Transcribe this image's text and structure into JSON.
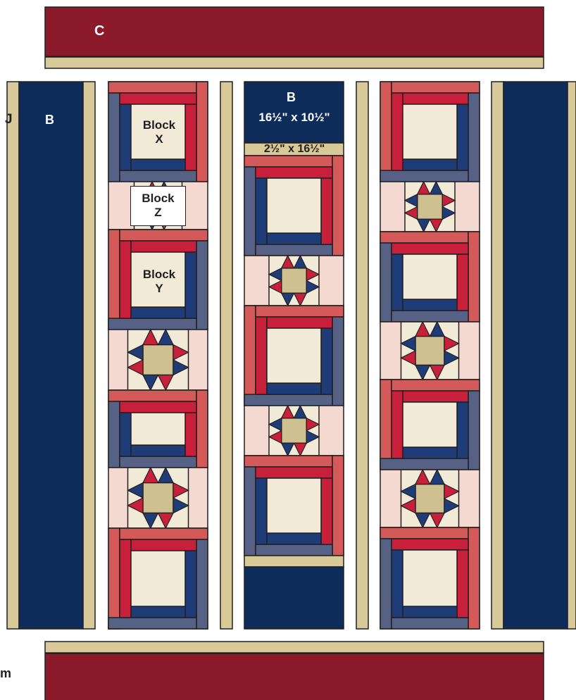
{
  "colors": {
    "navy": "#0e2c5a",
    "red": "#8b1a2a",
    "tan": "#d8c998",
    "cream": "#f0ead6",
    "crimson": "#c8203a",
    "coral": "#d45a5a",
    "slate": "#566285",
    "blue": "#1e3c78",
    "blush": "#f3d9d0",
    "gold": "#cfc092",
    "outline": "#231f20"
  },
  "labels": {
    "top_border": "C",
    "left_sashing_j": "J",
    "left_panel": "B",
    "center_top_b": "B",
    "center_top_size": "16½\" x 10½\"",
    "center_strip_size": "2½\" x 16½\"",
    "block_x_line1": "Block",
    "block_x_line2": "X",
    "block_z_line1": "Block",
    "block_z_line2": "Z",
    "block_y_line1": "Block",
    "block_y_line2": "Y",
    "bottom_left_text": "m"
  }
}
